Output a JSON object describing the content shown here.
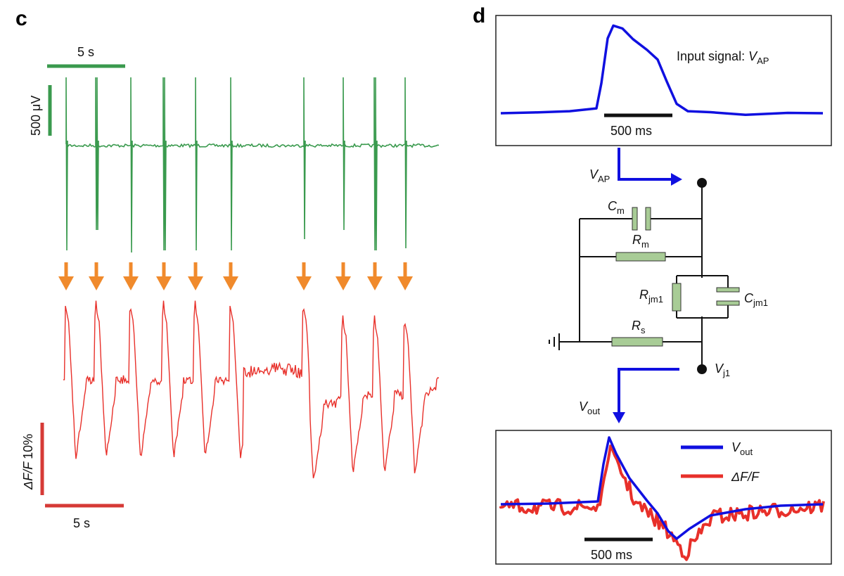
{
  "panel_c": {
    "letter": "c",
    "scale_time_top": "5 s",
    "scale_voltage": "500 μV",
    "scale_dff_italic": "ΔF/F",
    "scale_dff_value": "10%",
    "scale_time_bottom": "5 s",
    "spike_count": 10,
    "colors": {
      "electrical": "#3a9a4e",
      "optical": "#e8302a",
      "arrow": "#f08a2c"
    }
  },
  "panel_d": {
    "letter": "d",
    "input_label_text": "Input signal: ",
    "input_label_var": "V",
    "input_label_sub": "AP",
    "input_scale": "500 ms",
    "v_ap_var": "V",
    "v_ap_sub": "AP",
    "cm_var": "C",
    "cm_sub": "m",
    "rm_var": "R",
    "rm_sub": "m",
    "rjm1_var": "R",
    "rjm1_sub": "jm1",
    "cjm1_var": "C",
    "cjm1_sub": "jm1",
    "rs_var": "R",
    "rs_sub": "s",
    "vj1_var": "V",
    "vj1_sub": "j1",
    "vout_var": "V",
    "vout_sub": "out",
    "legend_vout_var": "V",
    "legend_vout_sub": "out",
    "legend_dff": "ΔF/F",
    "output_scale": "500 ms",
    "colors": {
      "trace_blue": "#1010e0",
      "trace_red": "#e8302a",
      "component": "#a8cc96"
    }
  }
}
